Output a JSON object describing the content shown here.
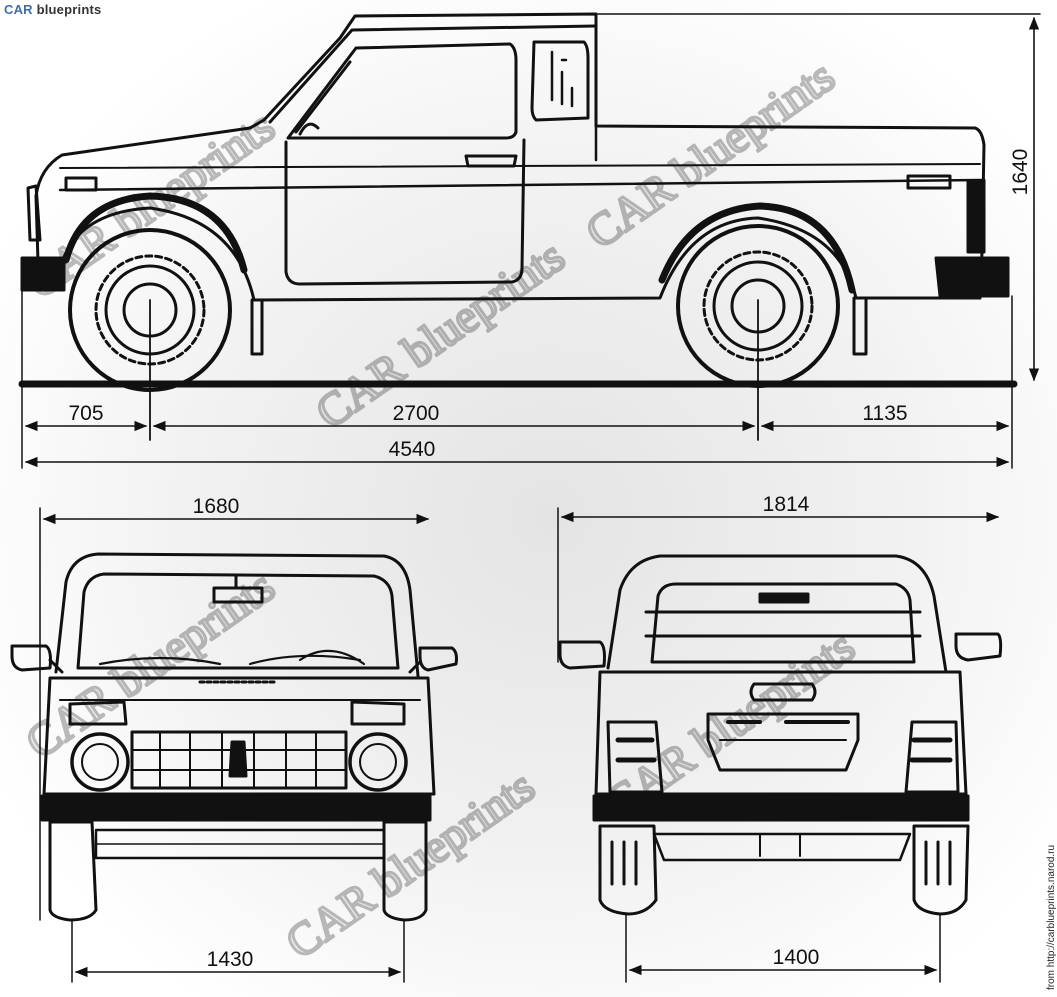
{
  "brand": {
    "part1": "CAR",
    "part2": "blueprints"
  },
  "source": "from http://carblueprints.narod.ru",
  "watermark": "CAR blueprints",
  "dimensions": {
    "front_overhang": "705",
    "wheelbase": "2700",
    "rear_overhang": "1135",
    "overall_length": "4540",
    "height": "1640",
    "front_width": "1680",
    "front_track": "1430",
    "rear_width": "1814",
    "rear_track": "1400"
  },
  "colors": {
    "ink": "#111111",
    "brand_blue": "#3b6fb0"
  }
}
